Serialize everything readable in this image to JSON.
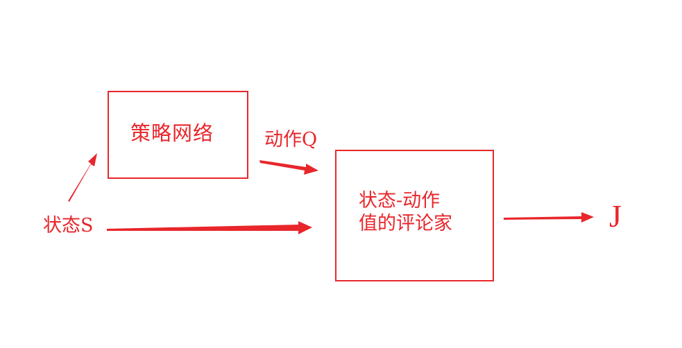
{
  "diagram": {
    "nodes": {
      "policy": {
        "label": "策略网络"
      },
      "critic": {
        "line1": "状态-动作",
        "line2": "值的评论家"
      },
      "state": {
        "label": "状态S"
      },
      "action": {
        "label": "动作Q"
      },
      "output": {
        "label": "J"
      }
    },
    "edges": [
      {
        "from": "state",
        "to": "policy"
      },
      {
        "from": "policy",
        "to": "critic"
      },
      {
        "from": "state",
        "to": "critic"
      },
      {
        "from": "critic",
        "to": "output"
      }
    ],
    "color": "#e8262b"
  }
}
